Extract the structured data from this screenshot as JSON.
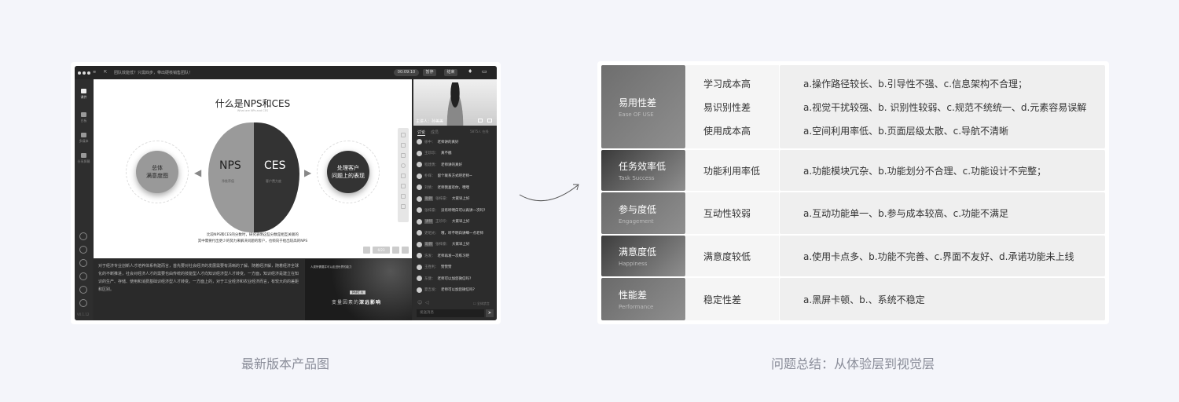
{
  "left_app": {
    "topbar": {
      "title": "团队效能低？只需四步，带出硬核销售团队！",
      "timer": "00:09:10",
      "pause_label": "暂停",
      "end_label": "结束"
    },
    "sidebar": {
      "items": [
        {
          "label": "课件",
          "icon": "folder-icon"
        },
        {
          "label": "白板",
          "icon": "whiteboard-icon"
        },
        {
          "label": "多媒体",
          "icon": "media-icon"
        },
        {
          "label": "分享屏幕",
          "icon": "screen-share-icon"
        }
      ],
      "version": "V0.1.12"
    },
    "slide": {
      "title": "什么是NPS和CES",
      "subtitle": "What are NPs and CES",
      "left_circle": "总体\n满意度图",
      "nps": "NPS",
      "nps_sub": "净推荐值",
      "ces": "CES",
      "ces_sub": "客户费力度",
      "right_circle": "处理客户\n问题上的表现",
      "caption_line1": "比较NPS和CES的分数时，研究表明这些分数是相互关联的",
      "caption_line2": "其中需要付出更少的努力来解决问题的客户，也倾向于给出较高的NPS",
      "page": "6/23"
    },
    "notes": "对于经济专业创新人才培养体系构建而言，首先要对社会经济的发展需要有清晰的了解。随着经济解，随着经济全球化的不断推进，社会对经济人才的需要也由传统的技能型人才向知识经济型人才转变。一方面，知识经济是建立在知识的生产、存储、使用和消费基础识经济型人才转变。一方面上的，对于工业经济和农业经济而言，有较大的的差距和区别。",
    "preview": {
      "small_text": "人类所需要并可以走进世界的能力",
      "badge": "PART A",
      "title_plain": "变量因素的",
      "title_bold": "深远影响"
    },
    "video": {
      "presenter": "主讲人：孙美美"
    },
    "chat": {
      "tabs": [
        "讨论",
        "成员"
      ],
      "online": "5875人 在线",
      "messages": [
        {
          "name": "徐中：",
          "text": "老师讲的真好"
        },
        {
          "name": "王珍珍：",
          "text": "真不戳"
        },
        {
          "name": "程建勇：",
          "text": "老师讲的真好"
        },
        {
          "name": "朴辉：",
          "text": "留个联系方式吧老师~"
        },
        {
          "name": "刘倩：",
          "text": "老师我喜欢你，嘿嘿"
        },
        {
          "name": "张梓豪：",
          "text": "大家早上好",
          "role": "助教"
        },
        {
          "name": "张梓豪：",
          "text": "没有听明白可以再讲一次吗?"
        },
        {
          "name": "王珍珍：",
          "text": "大家早上好",
          "role": "讲师"
        },
        {
          "name": "史昭光：",
          "text": "哦，听不明白讲细一点老师"
        },
        {
          "name": "张梓豪：",
          "text": "大家早上好",
          "role": "助教"
        },
        {
          "name": "浩发：",
          "text": "老师再发一次练习吧"
        },
        {
          "name": "王胜利：",
          "text": "赞赞赞"
        },
        {
          "name": "东健：",
          "text": "老师可以加您微信吗?"
        },
        {
          "name": "夏吉发：",
          "text": "老师可以加您微信吗?"
        }
      ],
      "mute_all": "全体禁言",
      "input_placeholder": "发送消息"
    }
  },
  "left_caption": "最新版本产品图",
  "right_caption": "问题总结：从体验层到视觉层",
  "table": [
    {
      "category": "易用性差",
      "category_en": "Ease OF USE",
      "color": "#6e6e6e",
      "issues": [
        {
          "name": "学习成本高",
          "detail": "a.操作路径较长、b.引导性不强、c.信息架构不合理；"
        },
        {
          "name": "易识别性差",
          "detail": "a.视觉干扰较强、b. 识别性较弱、c.规范不统统一、d.元素容易误解"
        },
        {
          "name": "使用成本高",
          "detail": "a.空间利用率低、b.页面层级太散、c.导航不清晰"
        }
      ]
    },
    {
      "category": "任务效率低",
      "category_en": "Task Success",
      "color": "#3a3a3a",
      "issues": [
        {
          "name": "功能利用率低",
          "detail": "a.功能模块冗杂、b.功能划分不合理、c.功能设计不完整；"
        }
      ]
    },
    {
      "category": "参与度低",
      "category_en": "Engagement",
      "color": "#6a6a6a",
      "issues": [
        {
          "name": "互动性较弱",
          "detail": "a.互动功能单一、b.参与成本较高、c.功能不满足"
        }
      ]
    },
    {
      "category": "满意度低",
      "category_en": "Happiness",
      "color": "#3d3d3d",
      "issues": [
        {
          "name": "满意度较低",
          "detail": "a.使用卡点多、b.功能不完善、c.界面不友好、d.承诺功能未上线"
        }
      ]
    },
    {
      "category": "性能差",
      "category_en": "Performance",
      "color": "#6a6a6a",
      "issues": [
        {
          "name": "稳定性差",
          "detail": "a.黑屏卡顿、b.、系统不稳定"
        }
      ]
    }
  ]
}
